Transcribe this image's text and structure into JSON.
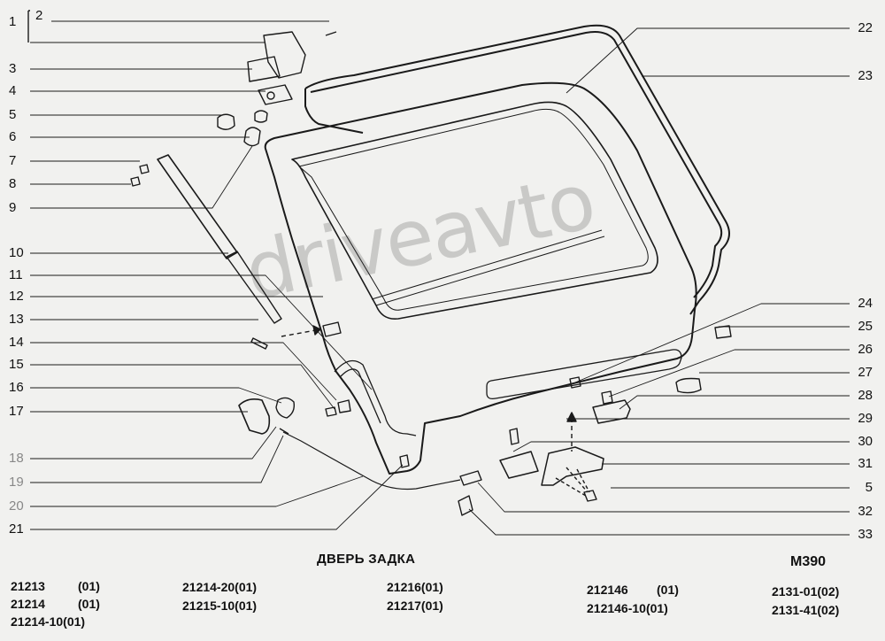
{
  "callouts_left": [
    "1",
    "2",
    "3",
    "4",
    "5",
    "6",
    "7",
    "8",
    "9",
    "10",
    "11",
    "12",
    "13",
    "14",
    "15",
    "16",
    "17",
    "18",
    "19",
    "20",
    "21"
  ],
  "callouts_right": [
    "22",
    "23",
    "24",
    "25",
    "26",
    "27",
    "28",
    "29",
    "30",
    "31",
    "5",
    "32",
    "33"
  ],
  "watermark": "driveavto",
  "caption": "ДВЕРЬ ЗАДКА",
  "code": "М390",
  "models": [
    [
      "21213",
      "(01)"
    ],
    [
      "21214",
      "(01)"
    ],
    [
      "21214-10(01)",
      ""
    ],
    [
      "21214-20(01)",
      ""
    ],
    [
      "21215-10(01)",
      ""
    ],
    [
      "21216(01)",
      ""
    ],
    [
      "21217(01)",
      ""
    ],
    [
      "212146",
      "(01)"
    ],
    [
      "212146-10(01)",
      ""
    ],
    [
      "2131-01(02)",
      ""
    ],
    [
      "2131-41(02)",
      ""
    ]
  ]
}
